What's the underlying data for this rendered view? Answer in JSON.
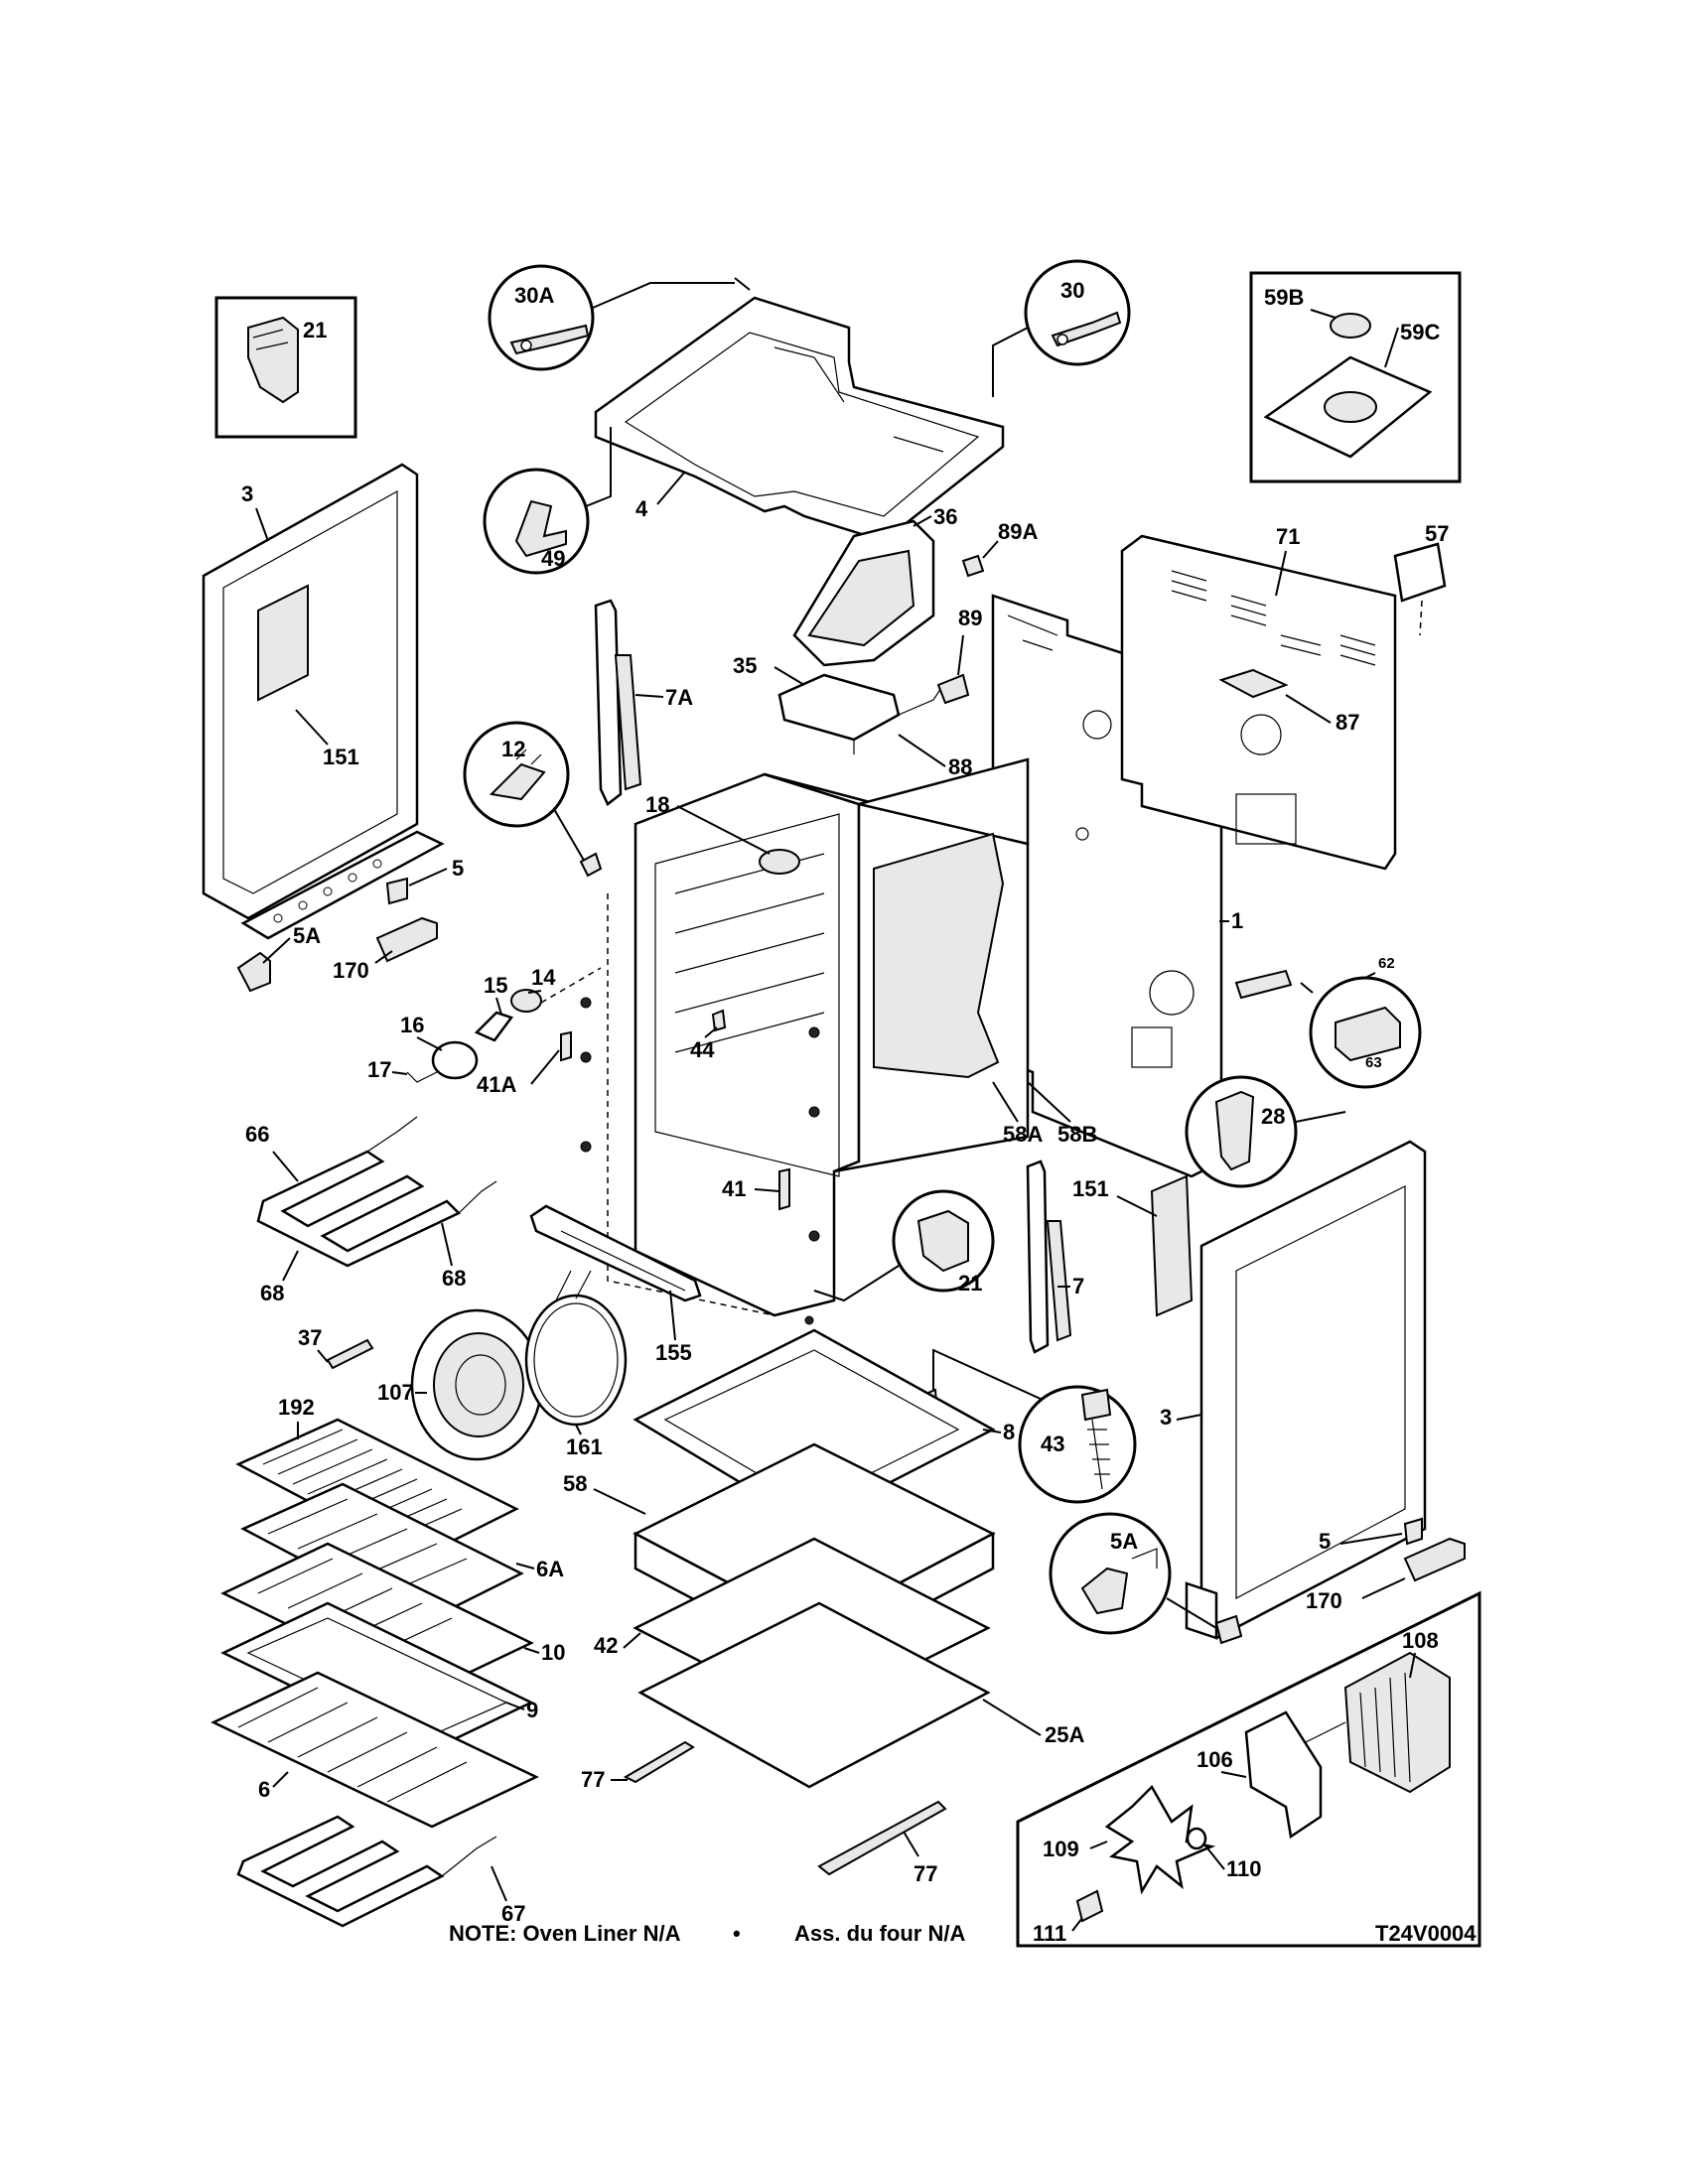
{
  "diagram": {
    "labels": {
      "l21a": "21",
      "l30a": "30A",
      "l30": "30",
      "l59b": "59B",
      "l59c": "59C",
      "l3a": "3",
      "l4": "4",
      "l49": "49",
      "l36": "36",
      "l89a": "89A",
      "l57": "57",
      "l71": "71",
      "l7a": "7A",
      "l35": "35",
      "l89": "89",
      "l87": "87",
      "l151a": "151",
      "l88": "88",
      "l12": "12",
      "l18": "18",
      "l5a": "5",
      "l5A1": "5A",
      "l170a": "170",
      "l15": "15",
      "l14": "14",
      "l1": "1",
      "l62": "62",
      "l63": "63",
      "l16": "16",
      "l17": "17",
      "l44": "44",
      "l41a": "41A",
      "l58a": "58A",
      "l58b": "58B",
      "l66": "66",
      "l28": "28",
      "l41": "41",
      "l151b": "151",
      "l21b": "21",
      "l7": "7",
      "l68a": "68",
      "l68b": "68",
      "l155": "155",
      "l37": "37",
      "l107": "107",
      "l161": "161",
      "l8": "8",
      "l43": "43",
      "l192": "192",
      "l58": "58",
      "l3b": "3",
      "l6a": "6A",
      "l5A2": "5A",
      "l5b": "5",
      "l10": "10",
      "l42": "42",
      "l170b": "170",
      "l108": "108",
      "l9": "9",
      "l25a": "25A",
      "l6": "6",
      "l106": "106",
      "l77a": "77",
      "l109": "109",
      "l110": "110",
      "l77b": "77",
      "l67": "67",
      "l111": "111"
    },
    "note_left": "NOTE: Oven Liner N/A",
    "note_bullet": "•",
    "note_right": "Ass. du four N/A",
    "code": "T24V0004"
  }
}
